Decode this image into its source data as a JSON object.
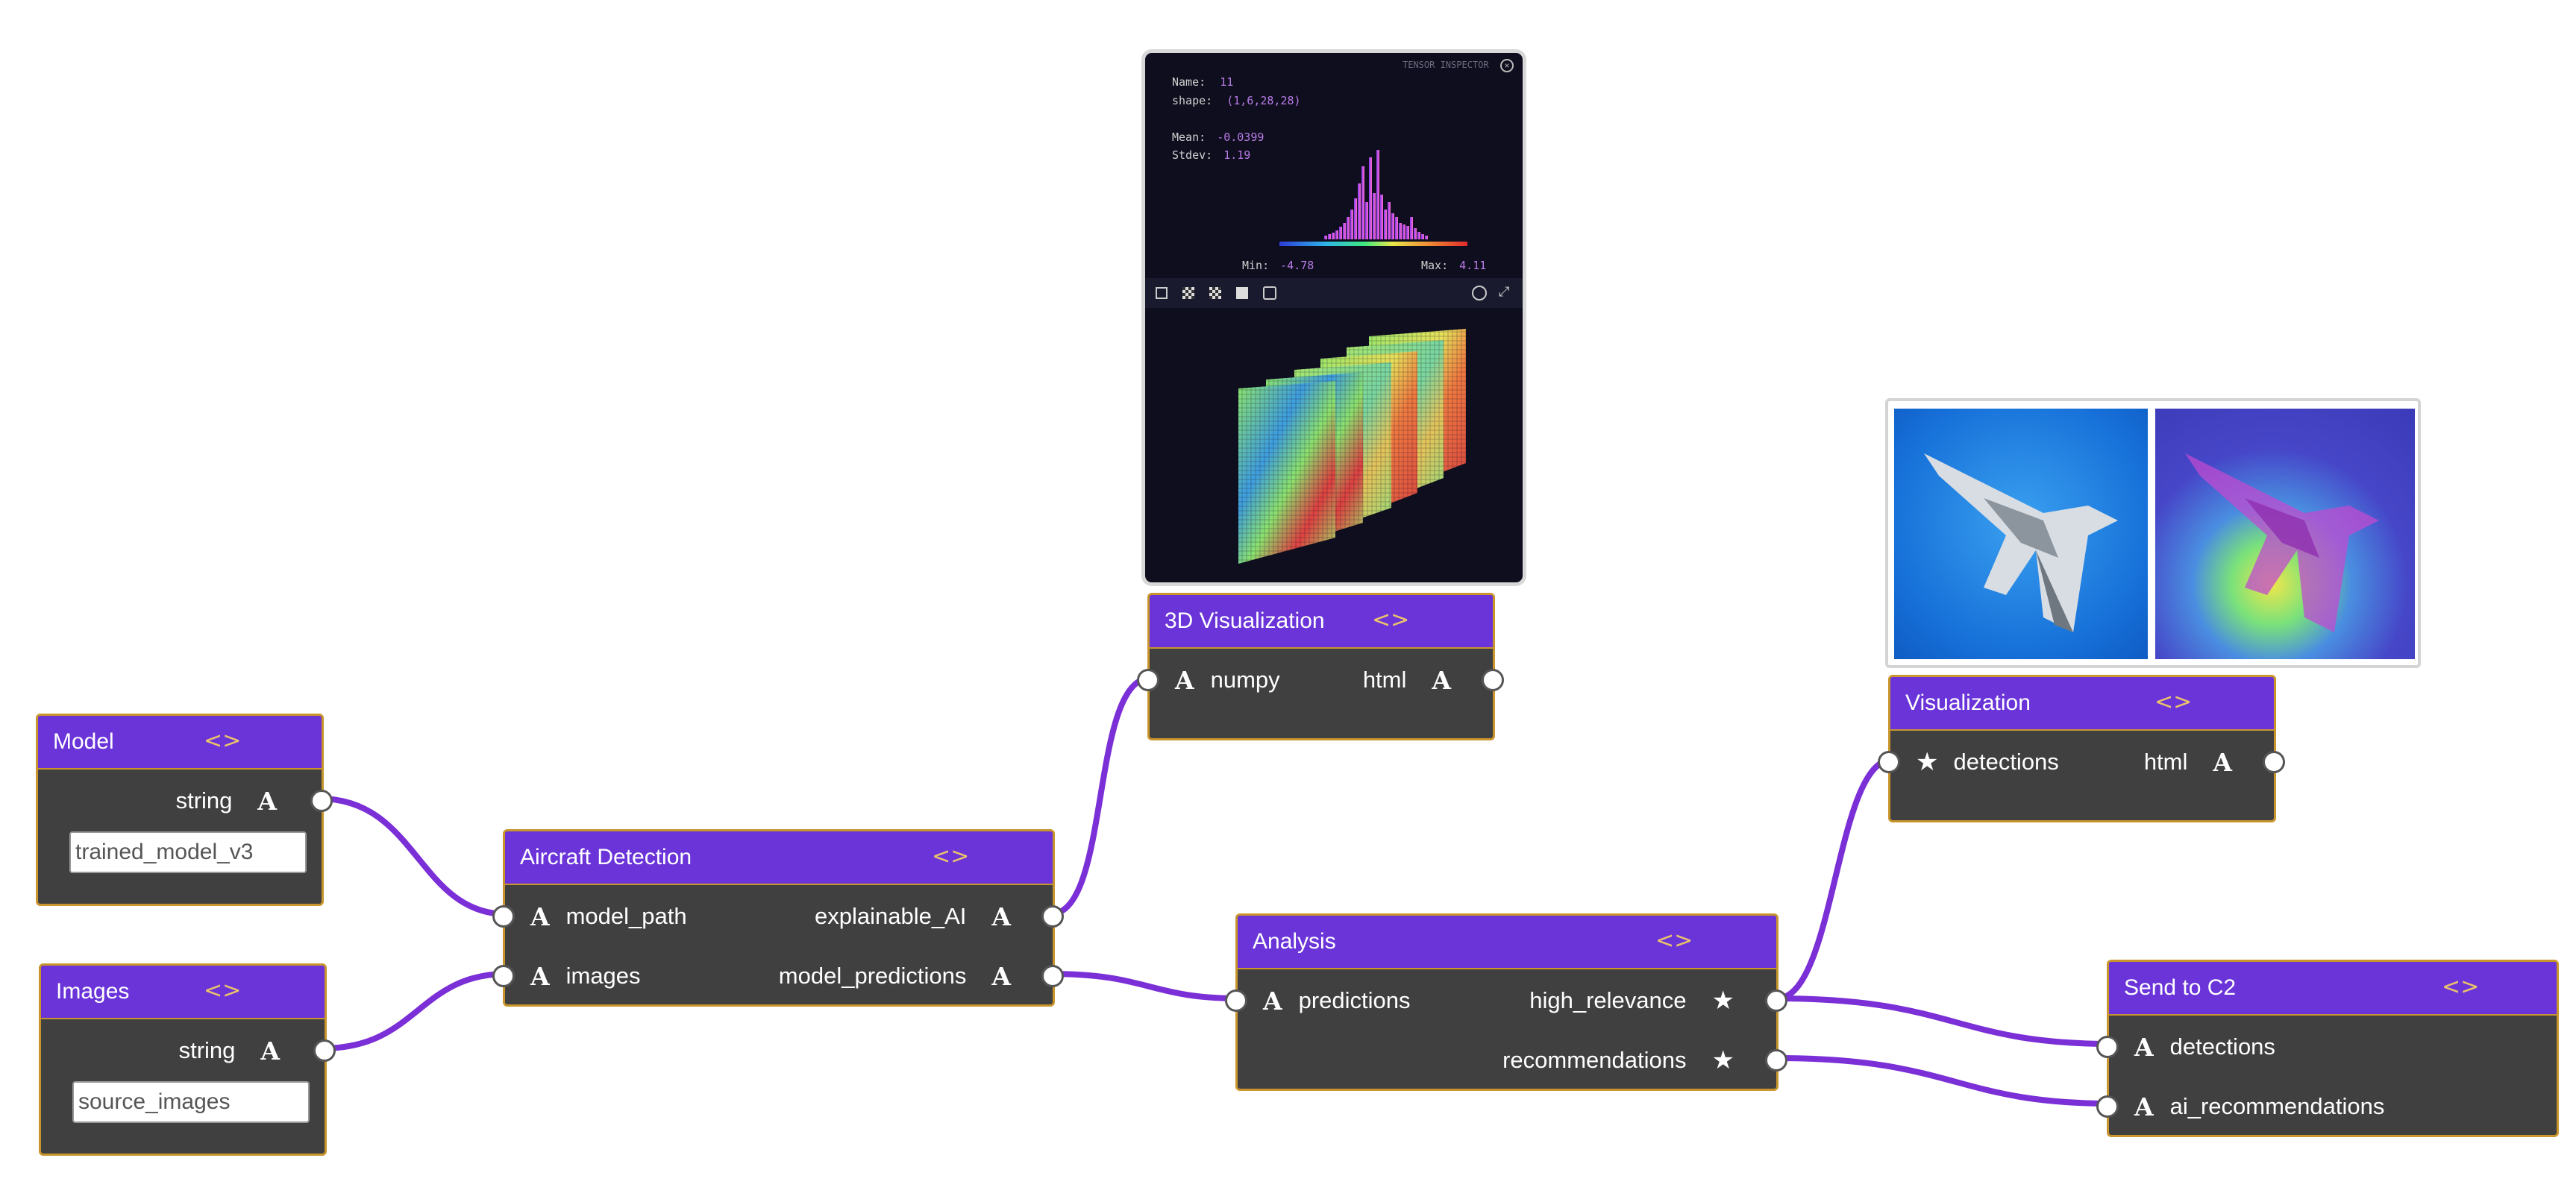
{
  "nodes": {
    "model": {
      "title": "Model",
      "output_label": "string",
      "field_value": "trained_model_v3"
    },
    "images": {
      "title": "Images",
      "output_label": "string",
      "field_value": "source_images"
    },
    "aircraft": {
      "title": "Aircraft Detection",
      "in1": "model_path",
      "in2": "images",
      "out1": "explainable_AI",
      "out2": "model_predictions"
    },
    "viz3d": {
      "title": "3D Visualization",
      "in1": "numpy",
      "out1": "html"
    },
    "analysis": {
      "title": "Analysis",
      "in1": "predictions",
      "out1": "high_relevance",
      "out2": "recommendations"
    },
    "viz": {
      "title": "Visualization",
      "in1": "detections",
      "out1": "html"
    },
    "c2": {
      "title": "Send to C2",
      "in1": "detections",
      "in2": "ai_recommendations"
    }
  },
  "code_icon": "<>",
  "tensor_inspector": {
    "heading": "TENSOR INSPECTOR",
    "name_label": "Name:",
    "name_value": "11",
    "shape_label": "shape:",
    "shape_value": "(1,6,28,28)",
    "mean_label": "Mean:",
    "mean_value": "-0.0399",
    "stdev_label": "Stdev:",
    "stdev_value": "1.19",
    "min_label": "Min:",
    "min_value": "-4.78",
    "max_label": "Max:",
    "max_value": "4.11"
  },
  "colors": {
    "node_header": "#6a34d9",
    "node_body": "#404040",
    "node_border": "#c9952d",
    "wire": "#7b2fd6",
    "code_icon": "#eac26c"
  }
}
